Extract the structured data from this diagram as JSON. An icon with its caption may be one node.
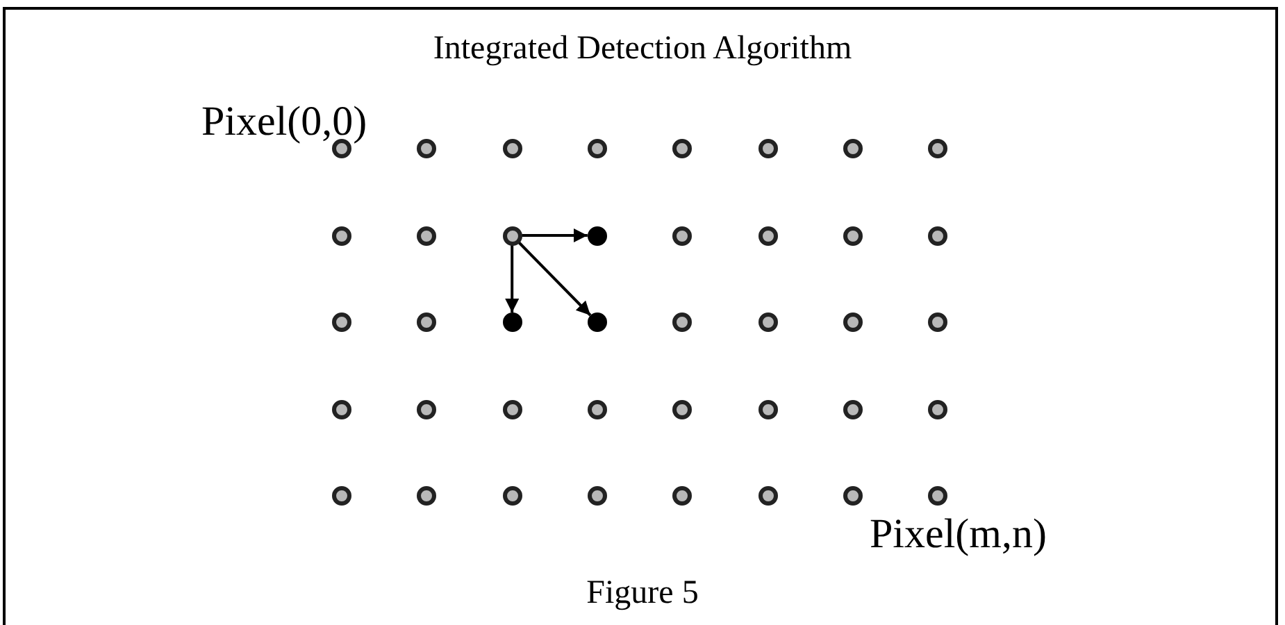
{
  "diagram": {
    "title": "Integrated Detection Algorithm",
    "caption": "Figure 5",
    "nodes": [
      {
        "text": [],
        "shape": "circle"
      },
      {
        "text": [],
        "shape": "circle"
      },
      {
        "text": [],
        "shape": "circle"
      },
      {
        "text": [],
        "shape": "circle"
      },
      {
        "text": [],
        "shape": "circle"
      },
      {
        "text": [],
        "shape": "circle"
      },
      {
        "text": [],
        "shape": "circle"
      },
      {
        "text": [],
        "shape": "circle"
      },
      {
        "text": [],
        "shape": "circle"
      },
      {
        "text": [],
        "shape": "circle"
      },
      {
        "text": [],
        "shape": "circle"
      },
      {
        "text": [],
        "shape": "circle"
      },
      {
        "text": [],
        "shape": "circle"
      },
      {
        "text": [],
        "shape": "circle"
      },
      {
        "text": [],
        "shape": "circle"
      },
      {
        "text": [],
        "shape": "circle"
      },
      {
        "text": [],
        "shape": "circle"
      },
      {
        "text": [],
        "shape": "circle"
      },
      {
        "text": [],
        "shape": "circle"
      },
      {
        "text": [],
        "shape": "circle"
      },
      {
        "text": [],
        "shape": "circle"
      },
      {
        "text": [],
        "shape": "circle"
      },
      {
        "text": [],
        "shape": "circle"
      },
      {
        "text": [],
        "shape": "circle"
      },
      {
        "text": [],
        "shape": "circle"
      },
      {
        "text": [],
        "shape": "circle"
      },
      {
        "text": [],
        "shape": "circle"
      },
      {
        "text": [],
        "shape": "circle"
      },
      {
        "text": [],
        "shape": "circle"
      },
      {
        "text": [],
        "shape": "circle"
      },
      {
        "text": [],
        "shape": "circle"
      },
      {
        "text": [],
        "shape": "circle"
      },
      {
        "text": [],
        "shape": "circle"
      },
      {
        "text": [],
        "shape": "circle"
      },
      {
        "text": [],
        "shape": "circle"
      },
      {
        "text": [],
        "shape": "circle"
      },
      {
        "text": [],
        "shape": "circle"
      },
      {
        "text": [],
        "shape": "circle"
      },
      {
        "text": [],
        "shape": "circle"
      },
      {
        "text": [],
        "shape": "circle"
      }
    ],
    "edges": [
      {
        "from": 10,
        "to": 11,
        "arrow": "to"
      },
      {
        "from": 10,
        "to": 18,
        "arrow": "to"
      },
      {
        "from": 10,
        "to": 19,
        "arrow": "to"
      }
    ],
    "labels": [
      "Pixel(0,0)",
      "Pixel(m,n)"
    ]
  }
}
